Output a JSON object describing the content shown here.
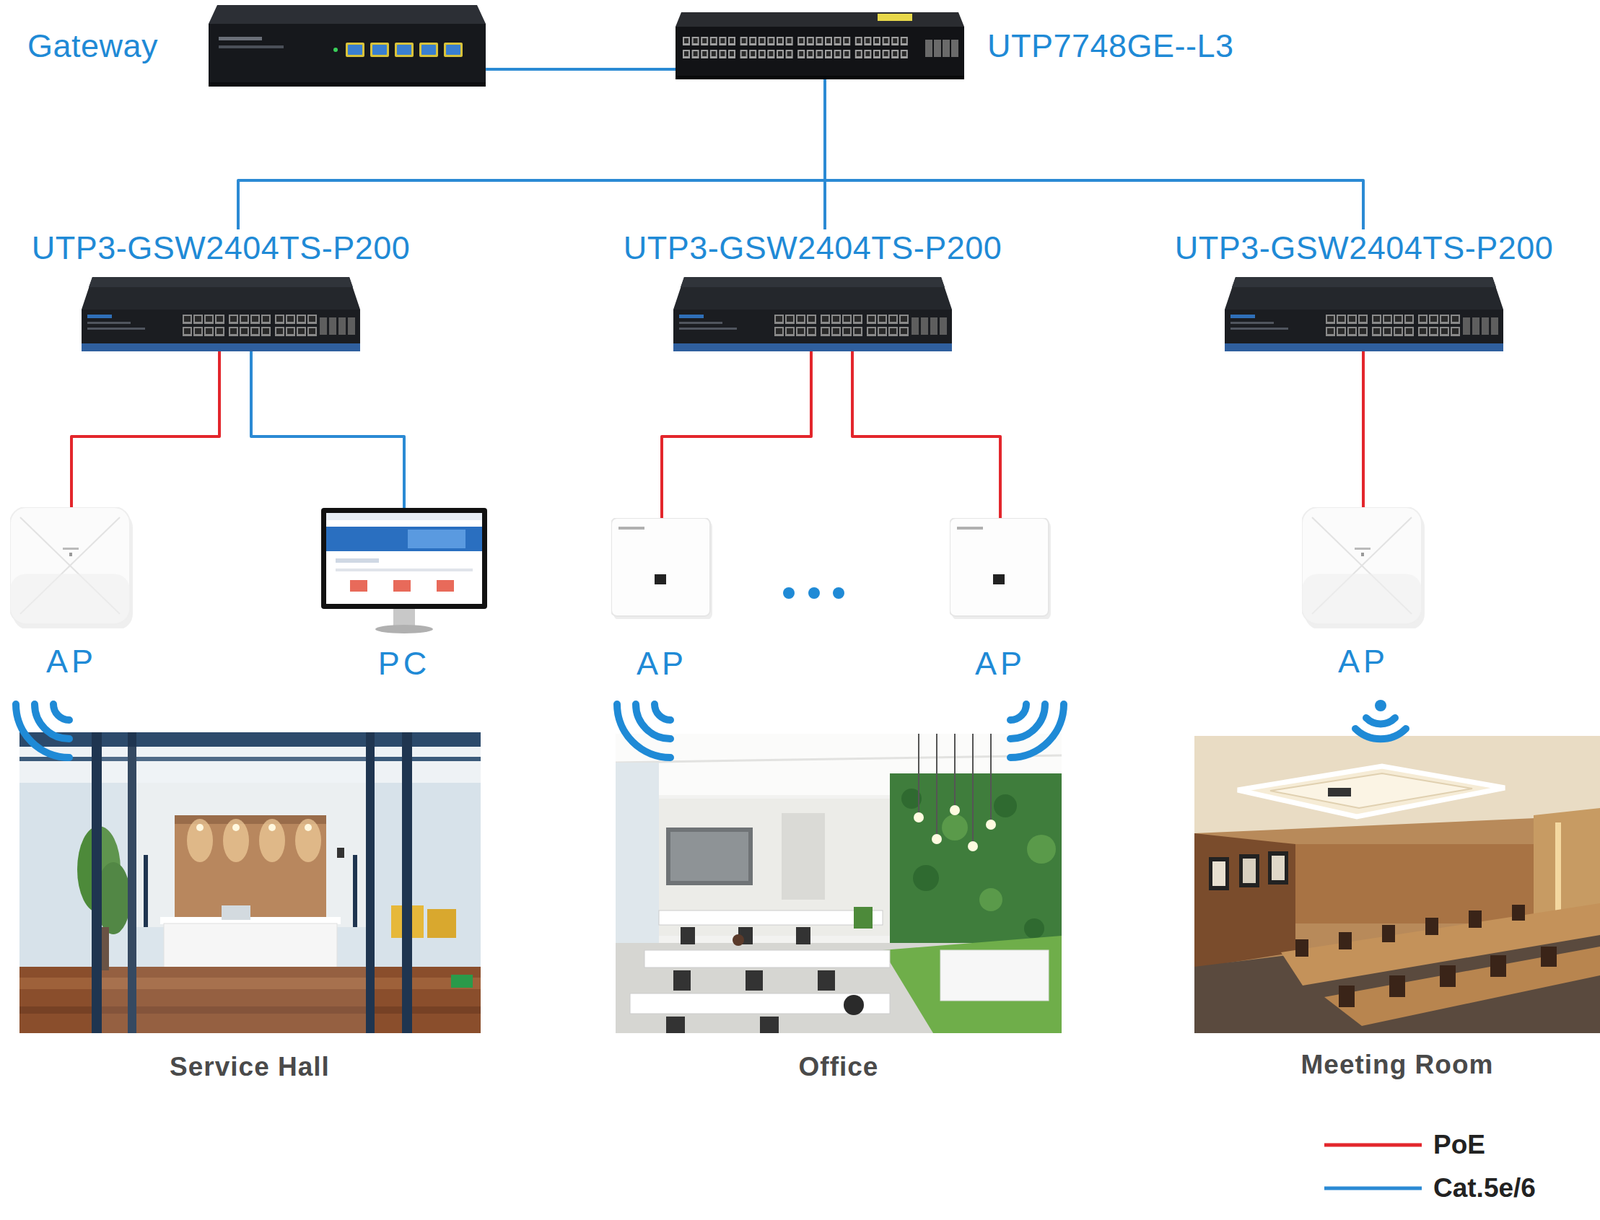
{
  "diagram": {
    "nodes": [
      {
        "text": [
          "Gateway"
        ]
      },
      {
        "text": [
          "UTP7748GE--L3"
        ]
      },
      {
        "text": [
          "UTP3-GSW2404TS-P200"
        ]
      },
      {
        "text": [
          "UTP3-GSW2404TS-P200"
        ]
      },
      {
        "text": [
          "UTP3-GSW2404TS-P200"
        ]
      },
      {
        "text": [
          "AP"
        ]
      },
      {
        "text": [
          "PC"
        ]
      },
      {
        "text": [
          "AP"
        ]
      },
      {
        "text": [
          "AP"
        ]
      },
      {
        "text": [
          "AP"
        ]
      }
    ],
    "edges": [
      {
        "from": 0,
        "to": 1,
        "arrow": "none"
      },
      {
        "from": 1,
        "to": 2,
        "arrow": "none"
      },
      {
        "from": 1,
        "to": 3,
        "arrow": "none"
      },
      {
        "from": 1,
        "to": 4,
        "arrow": "none"
      },
      {
        "from": 2,
        "to": 5,
        "arrow": "none"
      },
      {
        "from": 2,
        "to": 6,
        "arrow": "none"
      },
      {
        "from": 3,
        "to": 7,
        "arrow": "none"
      },
      {
        "from": 3,
        "to": 8,
        "arrow": "none"
      },
      {
        "from": 4,
        "to": 9,
        "arrow": "none"
      }
    ],
    "labels": [
      "Service Hall",
      "Office",
      "Meeting Room"
    ],
    "legend": [
      {
        "text": "PoE"
      },
      {
        "text": "Cat.5e/6"
      }
    ]
  }
}
